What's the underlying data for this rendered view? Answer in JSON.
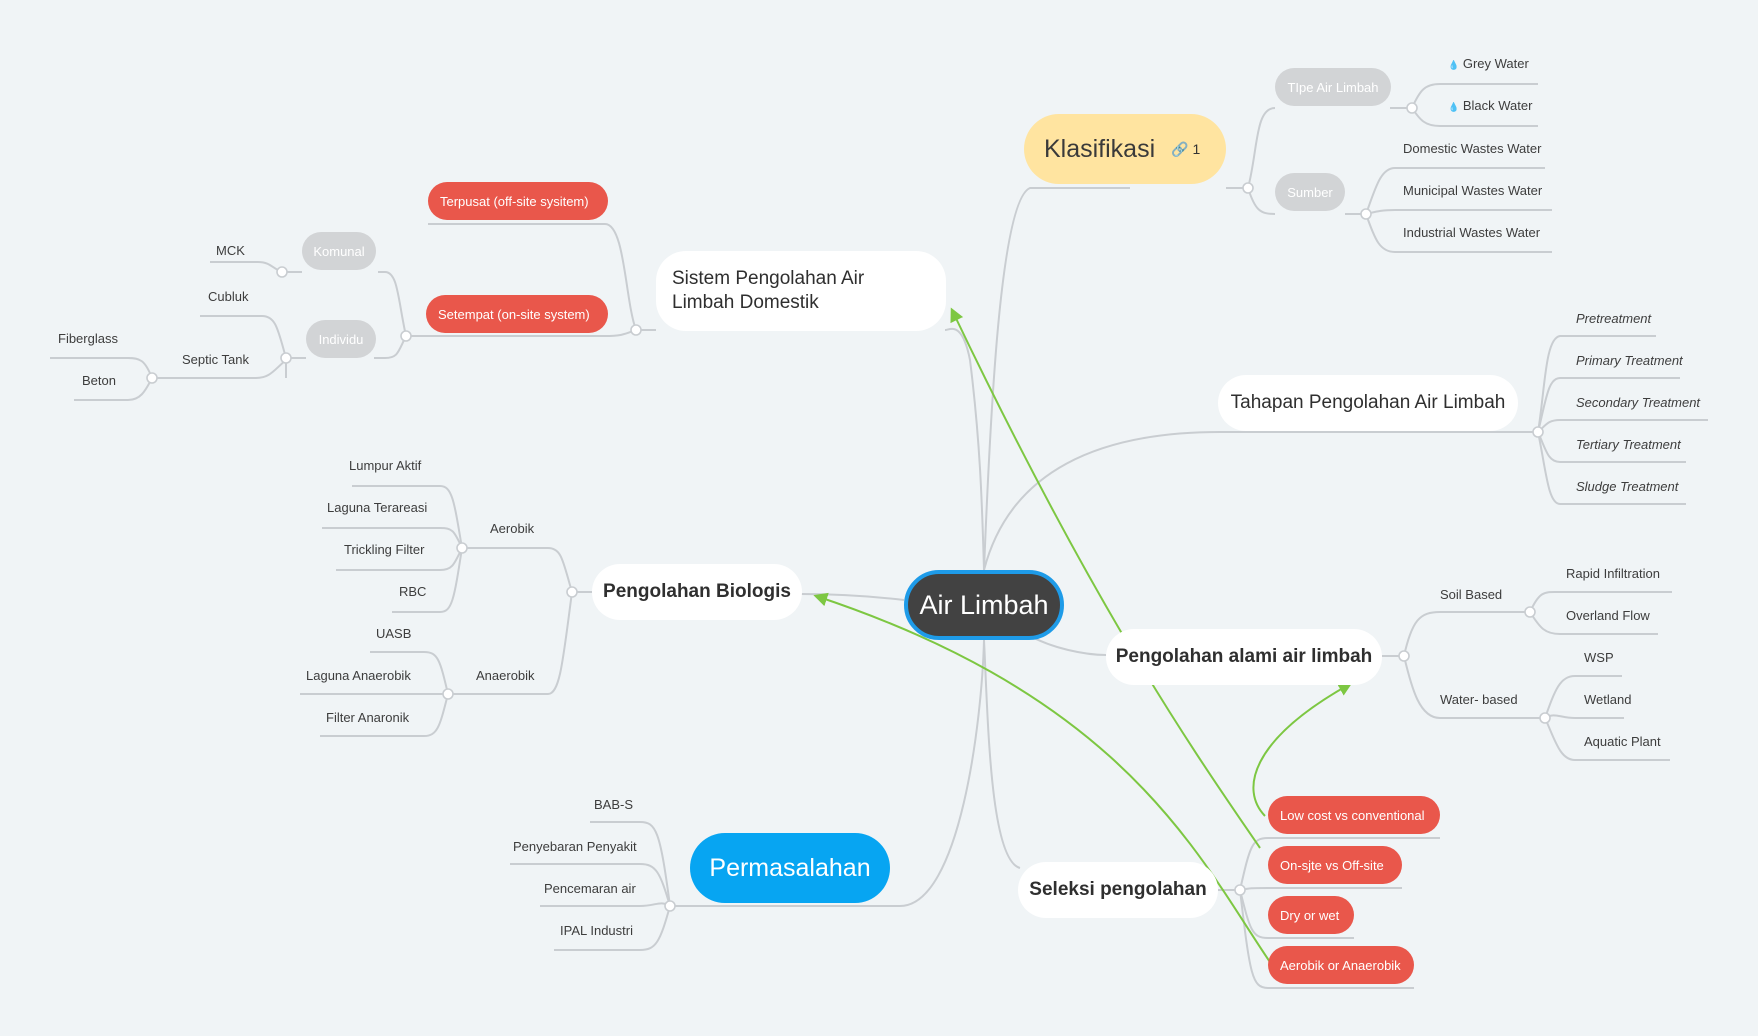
{
  "central": "Air Limbah",
  "klasifikasi": {
    "label": "Klasifikasi",
    "link_count": "1",
    "tipe": {
      "label": "TIpe Air Limbah",
      "items": [
        "Grey Water",
        "Black Water"
      ]
    },
    "sumber": {
      "label": "Sumber",
      "items": [
        "Domestic Wastes Water",
        "Municipal Wastes Water",
        "Industrial Wastes Water"
      ]
    }
  },
  "sistem": {
    "label": "Sistem Pengolahan Air Limbah Domestik",
    "terpusat": "Terpusat (off-site sysitem)",
    "setempat": "Setempat (on-site system)",
    "komunal": {
      "label": "Komunal",
      "items": [
        "MCK"
      ]
    },
    "individu": {
      "label": "Individu",
      "cubluk": "Cubluk",
      "septic": {
        "label": "Septic Tank",
        "items": [
          "Fiberglass",
          "Beton"
        ]
      }
    }
  },
  "tahapan": {
    "label": "Tahapan Pengolahan Air Limbah",
    "items": [
      "Pretreatment",
      "Primary Treatment",
      "Secondary Treatment",
      "Tertiary Treatment",
      "Sludge Treatment"
    ]
  },
  "biologis": {
    "label": "Pengolahan Biologis",
    "aerobik": {
      "label": "Aerobik",
      "items": [
        "Lumpur Aktif",
        "Laguna Terareasi",
        "Trickling Filter",
        "RBC"
      ]
    },
    "anaerobik": {
      "label": "Anaerobik",
      "items": [
        "UASB",
        "Laguna Anaerobik",
        "Filter Anaronik"
      ]
    }
  },
  "alami": {
    "label": "Pengolahan alami air limbah",
    "soil": {
      "label": "Soil Based",
      "items": [
        "Rapid Infiltration",
        "Overland Flow"
      ]
    },
    "water": {
      "label": "Water- based",
      "items": [
        "WSP",
        "Wetland",
        "Aquatic Plant"
      ]
    }
  },
  "permasalahan": {
    "label": "Permasalahan",
    "items": [
      "BAB-S",
      "Penyebaran Penyakit",
      "Pencemaran air",
      "IPAL Industri"
    ]
  },
  "seleksi": {
    "label": "Seleksi pengolahan",
    "items": [
      "Low cost vs conventional",
      "On-sjte vs Off-site",
      "Dry or wet",
      "Aerobik or Anaerobik"
    ]
  },
  "colors": {
    "line": "#c9cdd1",
    "relationship": "#7dc742",
    "central_border": "#1e9be8",
    "red": "#e9574b",
    "klasifikasi": "#ffe4a0",
    "permasalahan": "#07a5f2"
  },
  "icons": {
    "link": "link-icon",
    "water_drop": "water-drop-icon"
  }
}
